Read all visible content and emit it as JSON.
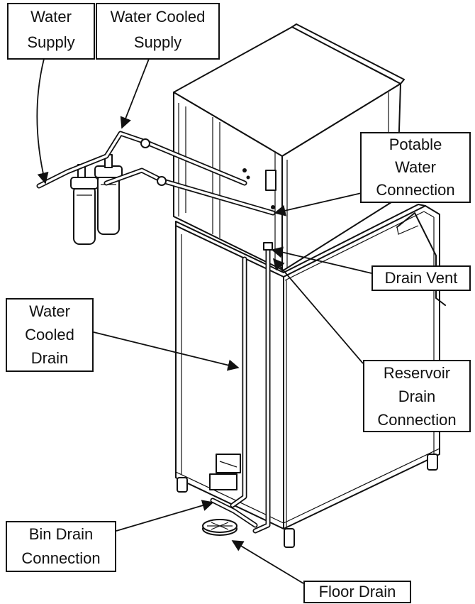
{
  "labels": {
    "water_supply": "Water\nSupply",
    "water_cooled_supply": "Water Cooled\nSupply",
    "potable_water_connection": "Potable\nWater\nConnection",
    "drain_vent": "Drain Vent",
    "water_cooled_drain": "Water\nCooled\nDrain",
    "reservoir_drain_connection": "Reservoir\nDrain\nConnection",
    "bin_drain_connection": "Bin Drain\nConnection",
    "floor_drain": "Floor Drain"
  }
}
